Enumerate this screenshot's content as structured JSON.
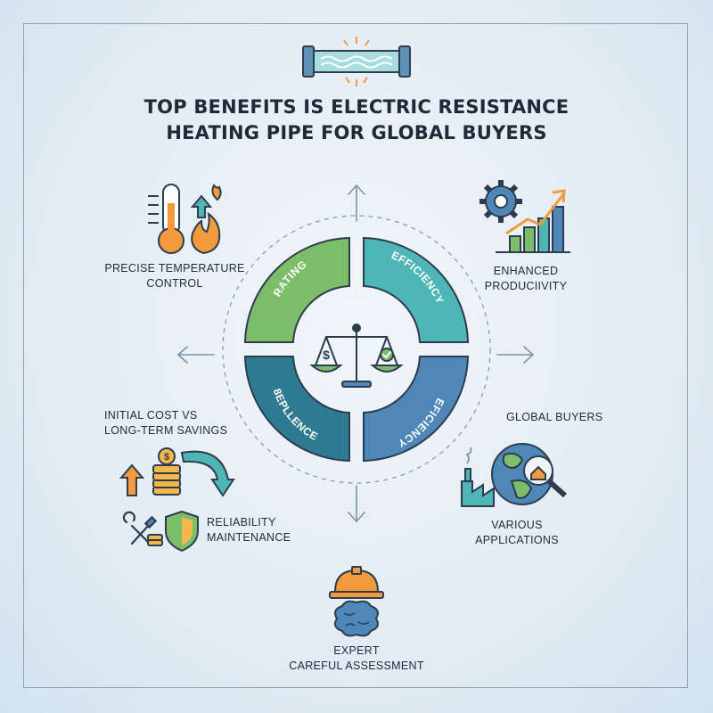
{
  "title": {
    "line1": "TOP BENEFITS IS ELECTRIC RESISTANCE",
    "line2": "HEATING PIPE FOR GLOBAL BUYERS"
  },
  "ring": {
    "segments": [
      {
        "label": "RATING",
        "color": "#7cbd6a"
      },
      {
        "label": "EFFICIENCY",
        "color": "#4fb6b6"
      },
      {
        "label": "EFICIENCY",
        "color": "#4f87b8"
      },
      {
        "label": "8EPLLENCE",
        "color": "#2e7a90"
      }
    ]
  },
  "benefits": {
    "precise_line1": "PRECISE TEMPERATURE",
    "precise_line2": "CONTROL",
    "enhanced_line1": "ENHANCED",
    "enhanced_line2": "PRODUCIIVITY",
    "cost_line1": "INITIAL COST VS",
    "cost_line2": "LONG-TERM SAVINGS",
    "reliability_line1": "RELIABILITY",
    "reliability_line2": "MAINTENANCE",
    "global": "GLOBAL BUYERS",
    "various": "VARIOUS",
    "applications": "APPLICATIONS",
    "expert": "EXPERT",
    "assessment": "CAREFUL ASSESSMENT"
  },
  "icon_symbols": {
    "dollar": "$"
  },
  "colors": {
    "ink": "#1f2a38",
    "orange": "#f29a3c",
    "green": "#7cbd6a",
    "teal": "#4fb6b6",
    "blue": "#4f87b8",
    "deep_teal": "#2e7a90",
    "arrow": "#7f93a6"
  }
}
